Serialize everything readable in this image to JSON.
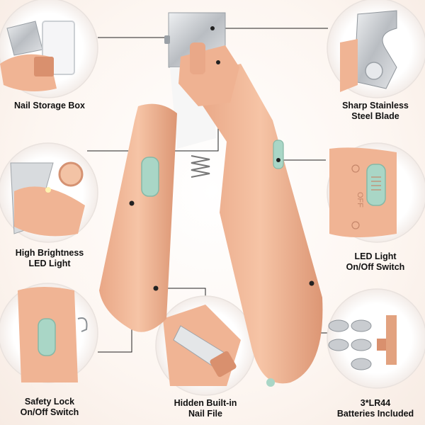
{
  "labels": {
    "nail_storage_box": {
      "lines": [
        "Nail Storage Box"
      ]
    },
    "steel_blade": {
      "lines": [
        "Sharp Stainless",
        "Steel Blade"
      ]
    },
    "led_light": {
      "lines": [
        "High Brightness",
        "LED Light"
      ]
    },
    "led_switch": {
      "lines": [
        "LED Light",
        "On/Off Switch"
      ]
    },
    "safety_lock": {
      "lines": [
        "Safety Lock",
        "On/Off Switch"
      ]
    },
    "nail_file": {
      "lines": [
        "Hidden Built-in",
        "Nail File"
      ]
    },
    "batteries": {
      "lines": [
        "3*LR44",
        "Batteries Included"
      ]
    }
  },
  "switch_text": "OFF",
  "colors": {
    "body": "#f0b494",
    "body_dark": "#d9906e",
    "body_light": "#f8cdb2",
    "mint": "#a9d6c6",
    "steel": "#c9ccd0",
    "line": "#222222"
  }
}
